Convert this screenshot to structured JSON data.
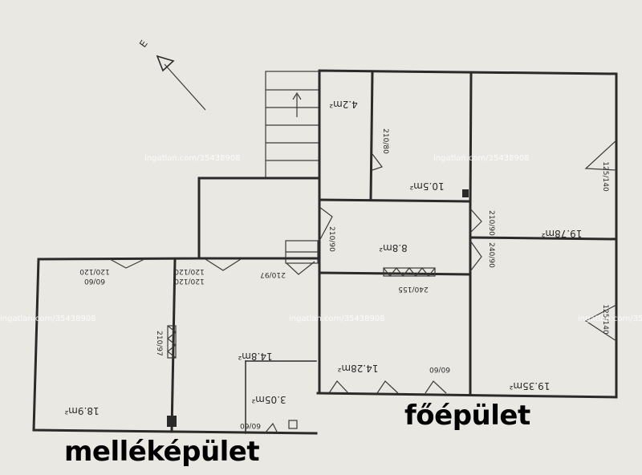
{
  "compass": {
    "letter": "E"
  },
  "rooms": [
    {
      "id": "r1",
      "area": "4.2m²"
    },
    {
      "id": "r2",
      "area": "10.5m²"
    },
    {
      "id": "r3",
      "area": "19.78m²"
    },
    {
      "id": "r4",
      "area": "8.8m²"
    },
    {
      "id": "r5",
      "area": "19.35m²"
    },
    {
      "id": "r6",
      "area": "14.28m²"
    },
    {
      "id": "r7",
      "area": "14.8m²"
    },
    {
      "id": "r8",
      "area": "3.05m²"
    },
    {
      "id": "r9",
      "area": "18.9m²"
    }
  ],
  "door_dims": [
    "210/80",
    "210/90",
    "240/90",
    "125/140",
    "125/140",
    "210/90",
    "240/155",
    "210/97",
    "120/120",
    "120/120",
    "120/120",
    "210/97",
    "60/60",
    "60/60",
    "60/60"
  ],
  "watermark": "ingatlan.com/35438908",
  "labels": {
    "main_building": "főépület",
    "annex": "melléképület"
  }
}
